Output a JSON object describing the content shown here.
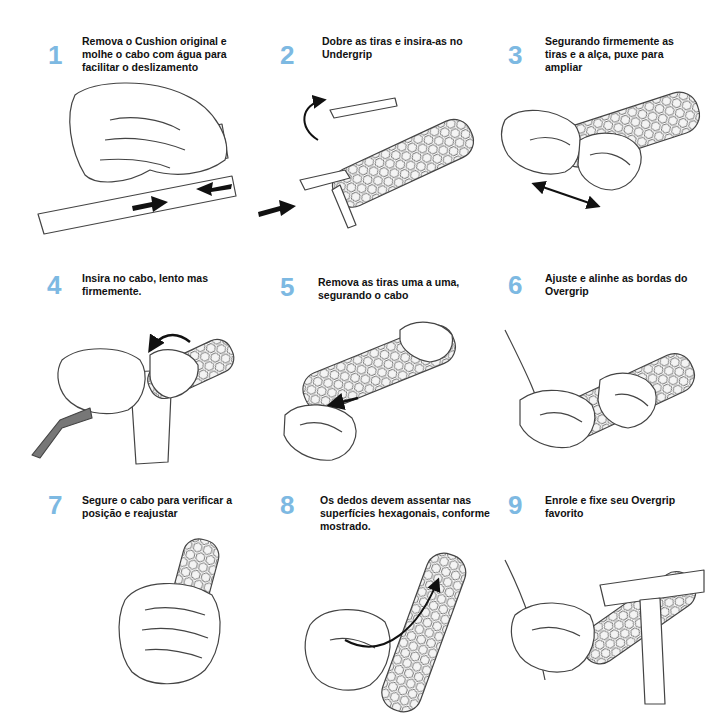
{
  "diagram": {
    "labels": [
      "1",
      "Remova o Cushion original e molhe o cabo com água para facilitar o deslizamento",
      "2",
      "Dobre as tiras e insira-as no Undergrip",
      "3",
      "Segurando firmemente as tiras e a alça, puxe para ampliar",
      "4",
      "Insira no cabo, lento mas firmemente.",
      "5",
      "Remova as tiras uma a uma, segurando o cabo",
      "6",
      "Ajuste e alinhe as bordas do Overgrip",
      "7",
      "Segure o cabo para verificar a posição e reajustar",
      "8",
      "Os dedos devem assentar nas superfícies hexagonais, conforme mostrado.",
      "9",
      "Enrole e fixe seu Overgrip favorito"
    ]
  }
}
